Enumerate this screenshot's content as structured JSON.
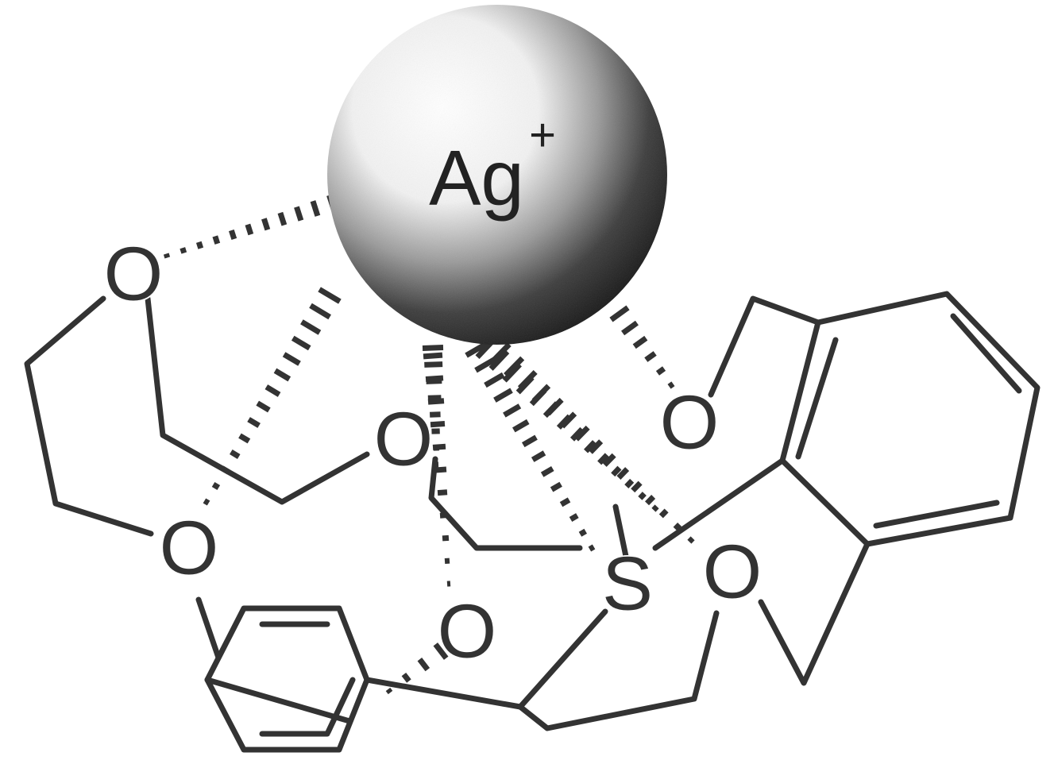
{
  "ion": {
    "symbol": "Ag",
    "charge": "+"
  },
  "atoms": [
    {
      "id": "o1",
      "label": "O"
    },
    {
      "id": "o2",
      "label": "O"
    },
    {
      "id": "o3",
      "label": "O"
    },
    {
      "id": "o4",
      "label": "O"
    },
    {
      "id": "o5",
      "label": "O"
    },
    {
      "id": "o6",
      "label": "O"
    },
    {
      "id": "s1",
      "label": "S"
    }
  ]
}
